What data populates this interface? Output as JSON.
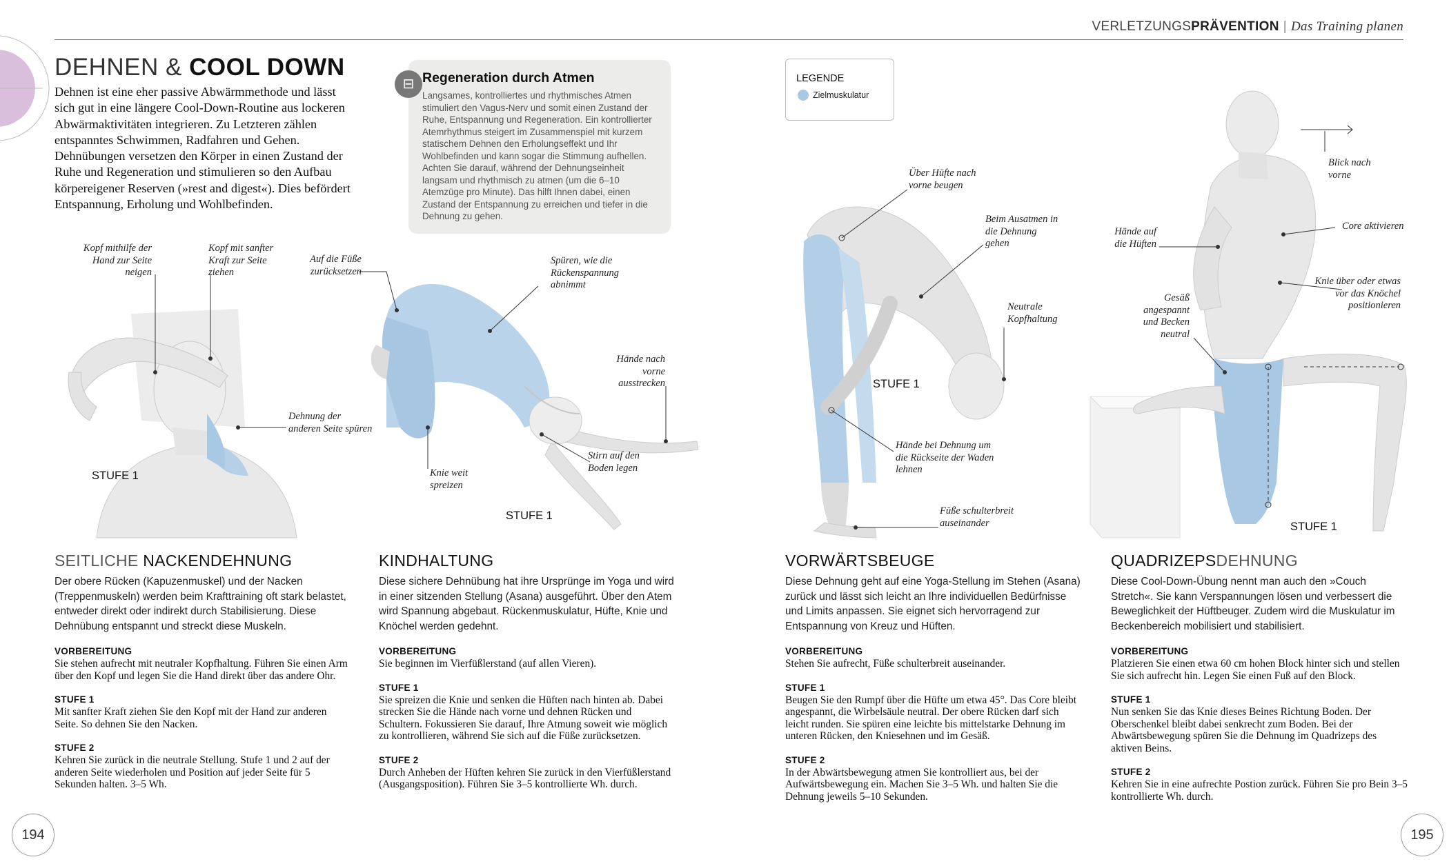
{
  "header": {
    "section_light": "VERLETZUNGS",
    "section_bold": "PRÄVENTION",
    "separator": "|",
    "chapter": "Das Training planen"
  },
  "title": {
    "light": "DEHNEN & ",
    "bold": "COOL DOWN"
  },
  "intro": "Dehnen ist eine eher passive Abwärmmethode und lässt sich gut in eine längere Cool-Down-Routine aus lockeren Abwärmaktivitäten integrieren. Zu Letzteren zählen entspanntes Schwimmen, Radfahren und Gehen. Dehnübungen versetzen den Körper in einen Zustand der Ruhe und Regeneration und stimulieren so den Aufbau körpereigener Reserven (»rest and digest«). Dies befördert Entspannung, Erholung und Wohlbefinden.",
  "infobox": {
    "title": "Regeneration durch Atmen",
    "text": "Langsames, kontrolliertes und rhythmisches Atmen stimuliert den Vagus-Nerv und somit einen Zustand der Ruhe, Entspannung und Regeneration. Ein kontrollierter Atemrhythmus steigert im Zusammenspiel mit kurzem statischem Dehnen den Erholungseffekt und Ihr Wohlbefinden und kann sogar die Stimmung aufhellen. Achten Sie darauf, während der Dehnungseinheit langsam und rhythmisch zu atmen (um die 6–10 Atemzüge pro Minute). Das hilft Ihnen dabei, einen Zustand der Entspannung zu erreichen und tiefer in die Dehnung zu gehen."
  },
  "legend": {
    "title": "LEGENDE",
    "item": "Zielmuskulatur",
    "color": "#a9c8e3"
  },
  "stage_label": "STUFE 1",
  "annotations": {
    "neck_1": "Kopf mithilfe der Hand zur Seite neigen",
    "neck_2": "Kopf mit sanfter Kraft zur Seite ziehen",
    "neck_3": "Dehnung der anderen Seite spüren",
    "child_1": "Auf die Füße zurücksetzen",
    "child_2": "Spüren, wie die Rückenspannung abnimmt",
    "child_3": "Hände nach vorne ausstrecken",
    "child_4": "Stirn auf den Boden legen",
    "child_5": "Knie weit spreizen",
    "fwd_1": "Über Hüfte nach vorne beugen",
    "fwd_2": "Beim Ausatmen in die Dehnung gehen",
    "fwd_3": "Neutrale Kopfhaltung",
    "fwd_4": "Hände bei Dehnung um die Rückseite der Waden lehnen",
    "fwd_5": "Füße schulterbreit auseinander",
    "quad_1": "Blick nach vorne",
    "quad_2": "Core aktivieren",
    "quad_3": "Hände auf die Hüften",
    "quad_4": "Knie über oder etwas vor das Knöchel positionieren",
    "quad_5": "Gesäß angespannt und Becken neutral"
  },
  "sections": [
    {
      "title_light": "SEITLICHE ",
      "title_bold": "NACKENDEHNUNG",
      "intro": "Der obere Rücken (Kapuzenmuskel) und der Nacken (Treppenmuskeln) werden beim Krafttraining oft stark belastet, entweder direkt oder indirekt durch Stabilisierung. Diese Dehnübung entspannt und streckt diese Muskeln.",
      "prep_head": "VORBEREITUNG",
      "prep": "Sie stehen aufrecht mit neutraler Kopfhaltung. Führen Sie einen Arm über den Kopf und legen Sie die Hand direkt über das andere Ohr.",
      "s1_head": "STUFE 1",
      "s1": "Mit sanfter Kraft ziehen Sie den Kopf mit der Hand zur anderen Seite. So dehnen Sie den Nacken.",
      "s2_head": "STUFE 2",
      "s2": "Kehren Sie zurück in die neutrale Stellung. Stufe 1 und 2 auf der anderen Seite wiederholen und Position auf jeder Seite für 5 Sekunden halten. 3–5 Wh."
    },
    {
      "title_light": "",
      "title_bold": "KINDHALTUNG",
      "intro": "Diese sichere Dehnübung hat ihre Ursprünge im Yoga und wird in einer sitzenden Stellung (Asana) ausgeführt. Über den Atem wird Spannung abgebaut. Rückenmuskulatur, Hüfte, Knie und Knöchel werden gedehnt.",
      "prep_head": "VORBEREITUNG",
      "prep": "Sie beginnen im Vierfüßlerstand (auf allen Vieren).",
      "s1_head": "STUFE 1",
      "s1": "Sie spreizen die Knie und senken die Hüften nach hinten ab. Dabei strecken Sie die Hände nach vorne und dehnen Rücken und Schultern. Fokussieren Sie darauf, Ihre Atmung soweit wie möglich zu kontrollieren, während Sie sich auf die Füße zurücksetzen.",
      "s2_head": "STUFE 2",
      "s2": "Durch Anheben der Hüften kehren Sie zurück in den Vierfüßlerstand (Ausgangsposition). Führen Sie 3–5 kontrollierte Wh. durch."
    },
    {
      "title_light": "",
      "title_bold": "VORWÄRTSBEUGE",
      "intro": "Diese Dehnung geht auf eine Yoga-Stellung im Stehen (Asana) zurück und lässt sich leicht an Ihre individuellen Bedürfnisse und Limits anpassen. Sie eignet sich hervorragend zur Entspannung von Kreuz und Hüften.",
      "prep_head": "VORBEREITUNG",
      "prep": "Stehen Sie aufrecht, Füße schulterbreit auseinander.",
      "s1_head": "STUFE 1",
      "s1": "Beugen Sie den Rumpf über die Hüfte um etwa 45°. Das Core bleibt angespannt, die Wirbelsäule neutral. Der obere Rücken darf sich leicht runden. Sie spüren eine leichte bis mittelstarke Dehnung im unteren Rücken, den Kniesehnen und im Gesäß.",
      "s2_head": "STUFE 2",
      "s2": "In der Abwärtsbewegung atmen Sie kontrolliert aus, bei der Aufwärtsbewegung ein. Machen Sie 3–5 Wh. und halten Sie die Dehnung jeweils 5–10 Sekunden."
    },
    {
      "title_light": "",
      "title_bold": "QUADRIZEPS",
      "title_light_after": "DEHNUNG",
      "intro": "Diese Cool-Down-Übung nennt man auch den »Couch Stretch«. Sie kann Verspannungen lösen und verbessert die Beweglichkeit der Hüftbeuger. Zudem wird die Muskulatur im Beckenbereich mobilisiert und stabilisiert.",
      "prep_head": "VORBEREITUNG",
      "prep": "Platzieren Sie einen etwa 60 cm hohen Block hinter sich und stellen Sie sich aufrecht hin. Legen Sie einen Fuß auf den Block.",
      "s1_head": "STUFE 1",
      "s1": "Nun senken Sie das Knie dieses Beines Richtung Boden. Der Oberschenkel bleibt dabei senkrecht zum Boden. Bei der Abwärtsbewegung spüren Sie die Dehnung im Quadrizeps des aktiven Beins.",
      "s2_head": "STUFE 2",
      "s2": "Kehren Sie in eine aufrechte Postion zurück. Führen Sie pro Bein 3–5 kontrollierte Wh. durch."
    }
  ],
  "page_numbers": {
    "left": "194",
    "right": "195"
  }
}
